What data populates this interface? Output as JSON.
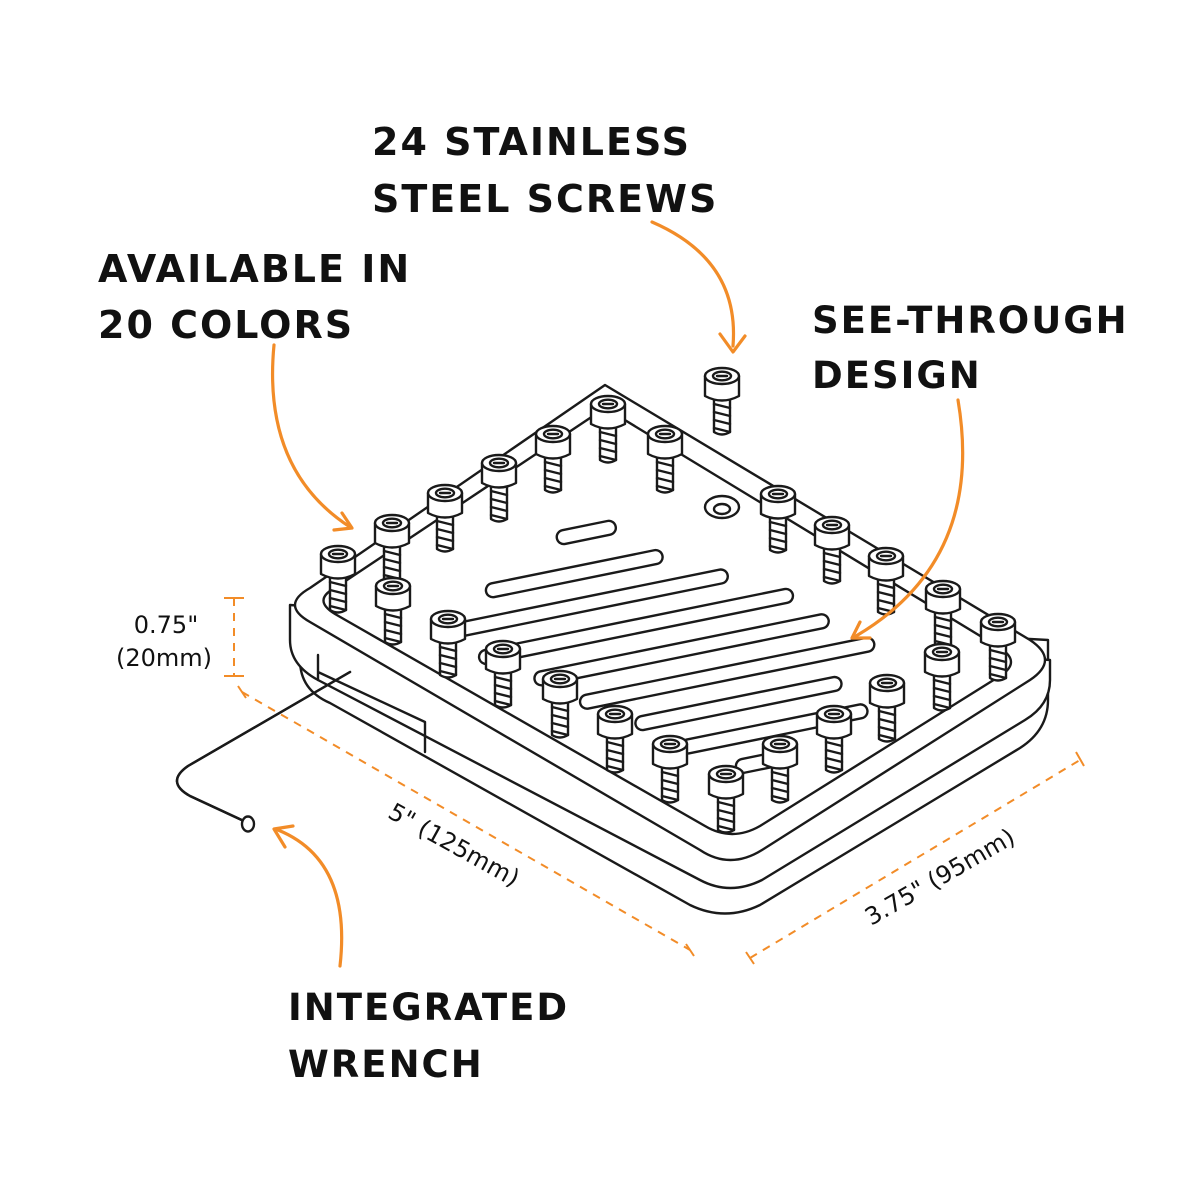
{
  "colors": {
    "accent": "#F28C28",
    "ink": "#1a1a1a",
    "background": "#ffffff"
  },
  "callouts": {
    "screws_line1": "24 STAINLESS",
    "screws_line2": "STEEL SCREWS",
    "colors_line1": "AVAILABLE IN",
    "colors_line2": "20 COLORS",
    "see_through_line1": "SEE-THROUGH",
    "see_through_line2": "DESIGN",
    "wrench_line1": "INTEGRATED",
    "wrench_line2": "WRENCH"
  },
  "dimensions": {
    "height_line1": "0.75\"",
    "height_line2": "(20mm)",
    "length": "5\" (125mm)",
    "width": "3.75\" (95mm)"
  },
  "parts": {
    "screw_count": 24,
    "slot_count": 9
  }
}
